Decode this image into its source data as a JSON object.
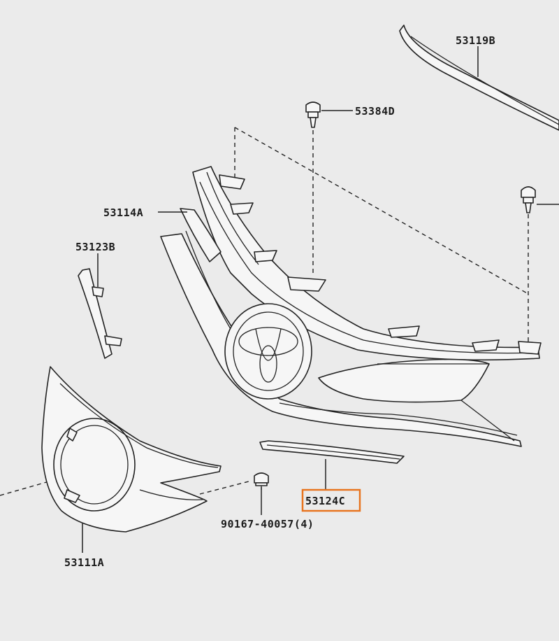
{
  "callouts": {
    "molding_upper": "53119B",
    "clip_center": "53384D",
    "radiator_grille": "53114A",
    "grille_side_piece": "53123B",
    "lower_molding": "53124C",
    "screw": "90167-40057(4)",
    "fog_lamp_cover": "53111A"
  },
  "highlighted_part": "53124C",
  "colors": {
    "background": "#ebebeb",
    "line": "#222222",
    "highlight_box": "#e8741f"
  }
}
